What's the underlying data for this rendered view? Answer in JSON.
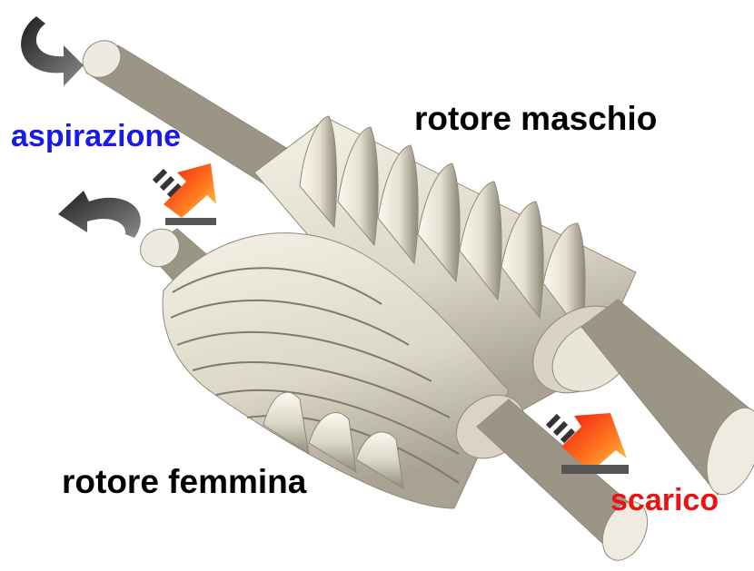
{
  "labels": {
    "male_rotor": "rotore maschio",
    "female_rotor": "rotore femmina",
    "suction": "aspirazione",
    "discharge": "scarico"
  },
  "colors": {
    "suction_text": "#1a1ae6",
    "discharge_text": "#ee1111",
    "rotor_body": "#e6e1d1",
    "rotor_shadow": "#8e897a",
    "rotation_arrow": "#3a3a3a",
    "flow_arrow_hot": "#f01a10",
    "flow_arrow_warm": "#ffd24a"
  },
  "icons": {
    "male_rotation": "curved-rotation-arrow-icon",
    "female_rotation": "curved-rotation-arrow-icon",
    "suction_flow": "flow-arrow-icon",
    "discharge_flow": "flow-arrow-icon"
  }
}
